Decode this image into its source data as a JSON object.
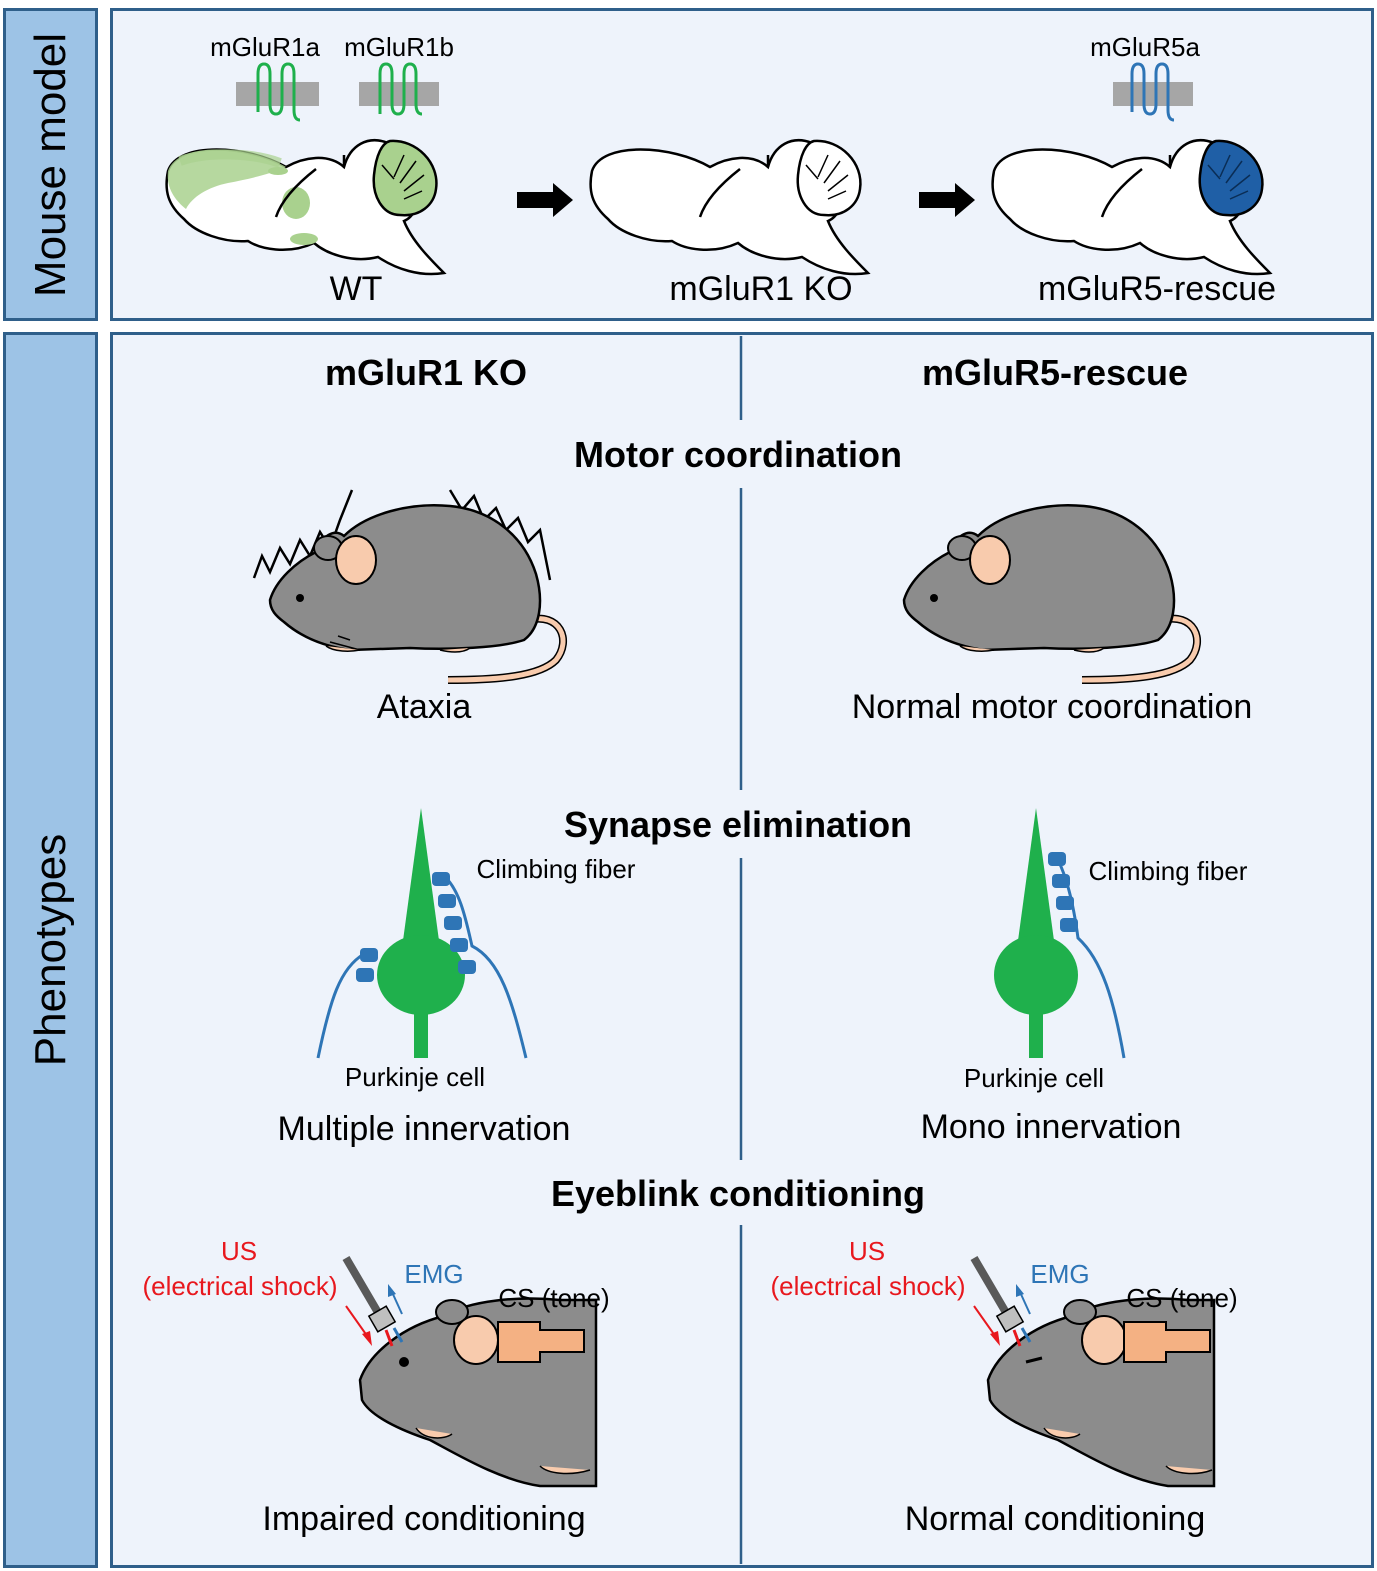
{
  "side_labels": {
    "top": "Mouse model",
    "bottom": "Phenotypes"
  },
  "mouse_model": {
    "receptors": [
      "mGluR1a",
      "mGluR1b",
      "mGluR5a"
    ],
    "brains": [
      "WT",
      "mGluR1 KO",
      "mGluR5-rescue"
    ]
  },
  "phenotypes": {
    "columns": [
      "mGluR1 KO",
      "mGluR5-rescue"
    ],
    "motor": {
      "title": "Motor coordination",
      "left": "Ataxia",
      "right": "Normal motor coordination"
    },
    "synapse": {
      "title": "Synapse elimination",
      "fiber": "Climbing  fiber",
      "cell": "Purkinje  cell",
      "left": "Multiple innervation",
      "right": "Mono innervation"
    },
    "eyeblink": {
      "title": "Eyeblink conditioning",
      "us": "US",
      "us_detail": "(electrical  shock)",
      "emg": "EMG",
      "cs": "CS (tone)",
      "left": "Impaired conditioning",
      "right": "Normal conditioning"
    }
  },
  "colors": {
    "mGluR1": "#1fb04c",
    "mGluR5": "#1f5fa6",
    "panel": "#eef3fb",
    "sidebar": "#9dc3e6",
    "border": "#2f5f8a"
  }
}
